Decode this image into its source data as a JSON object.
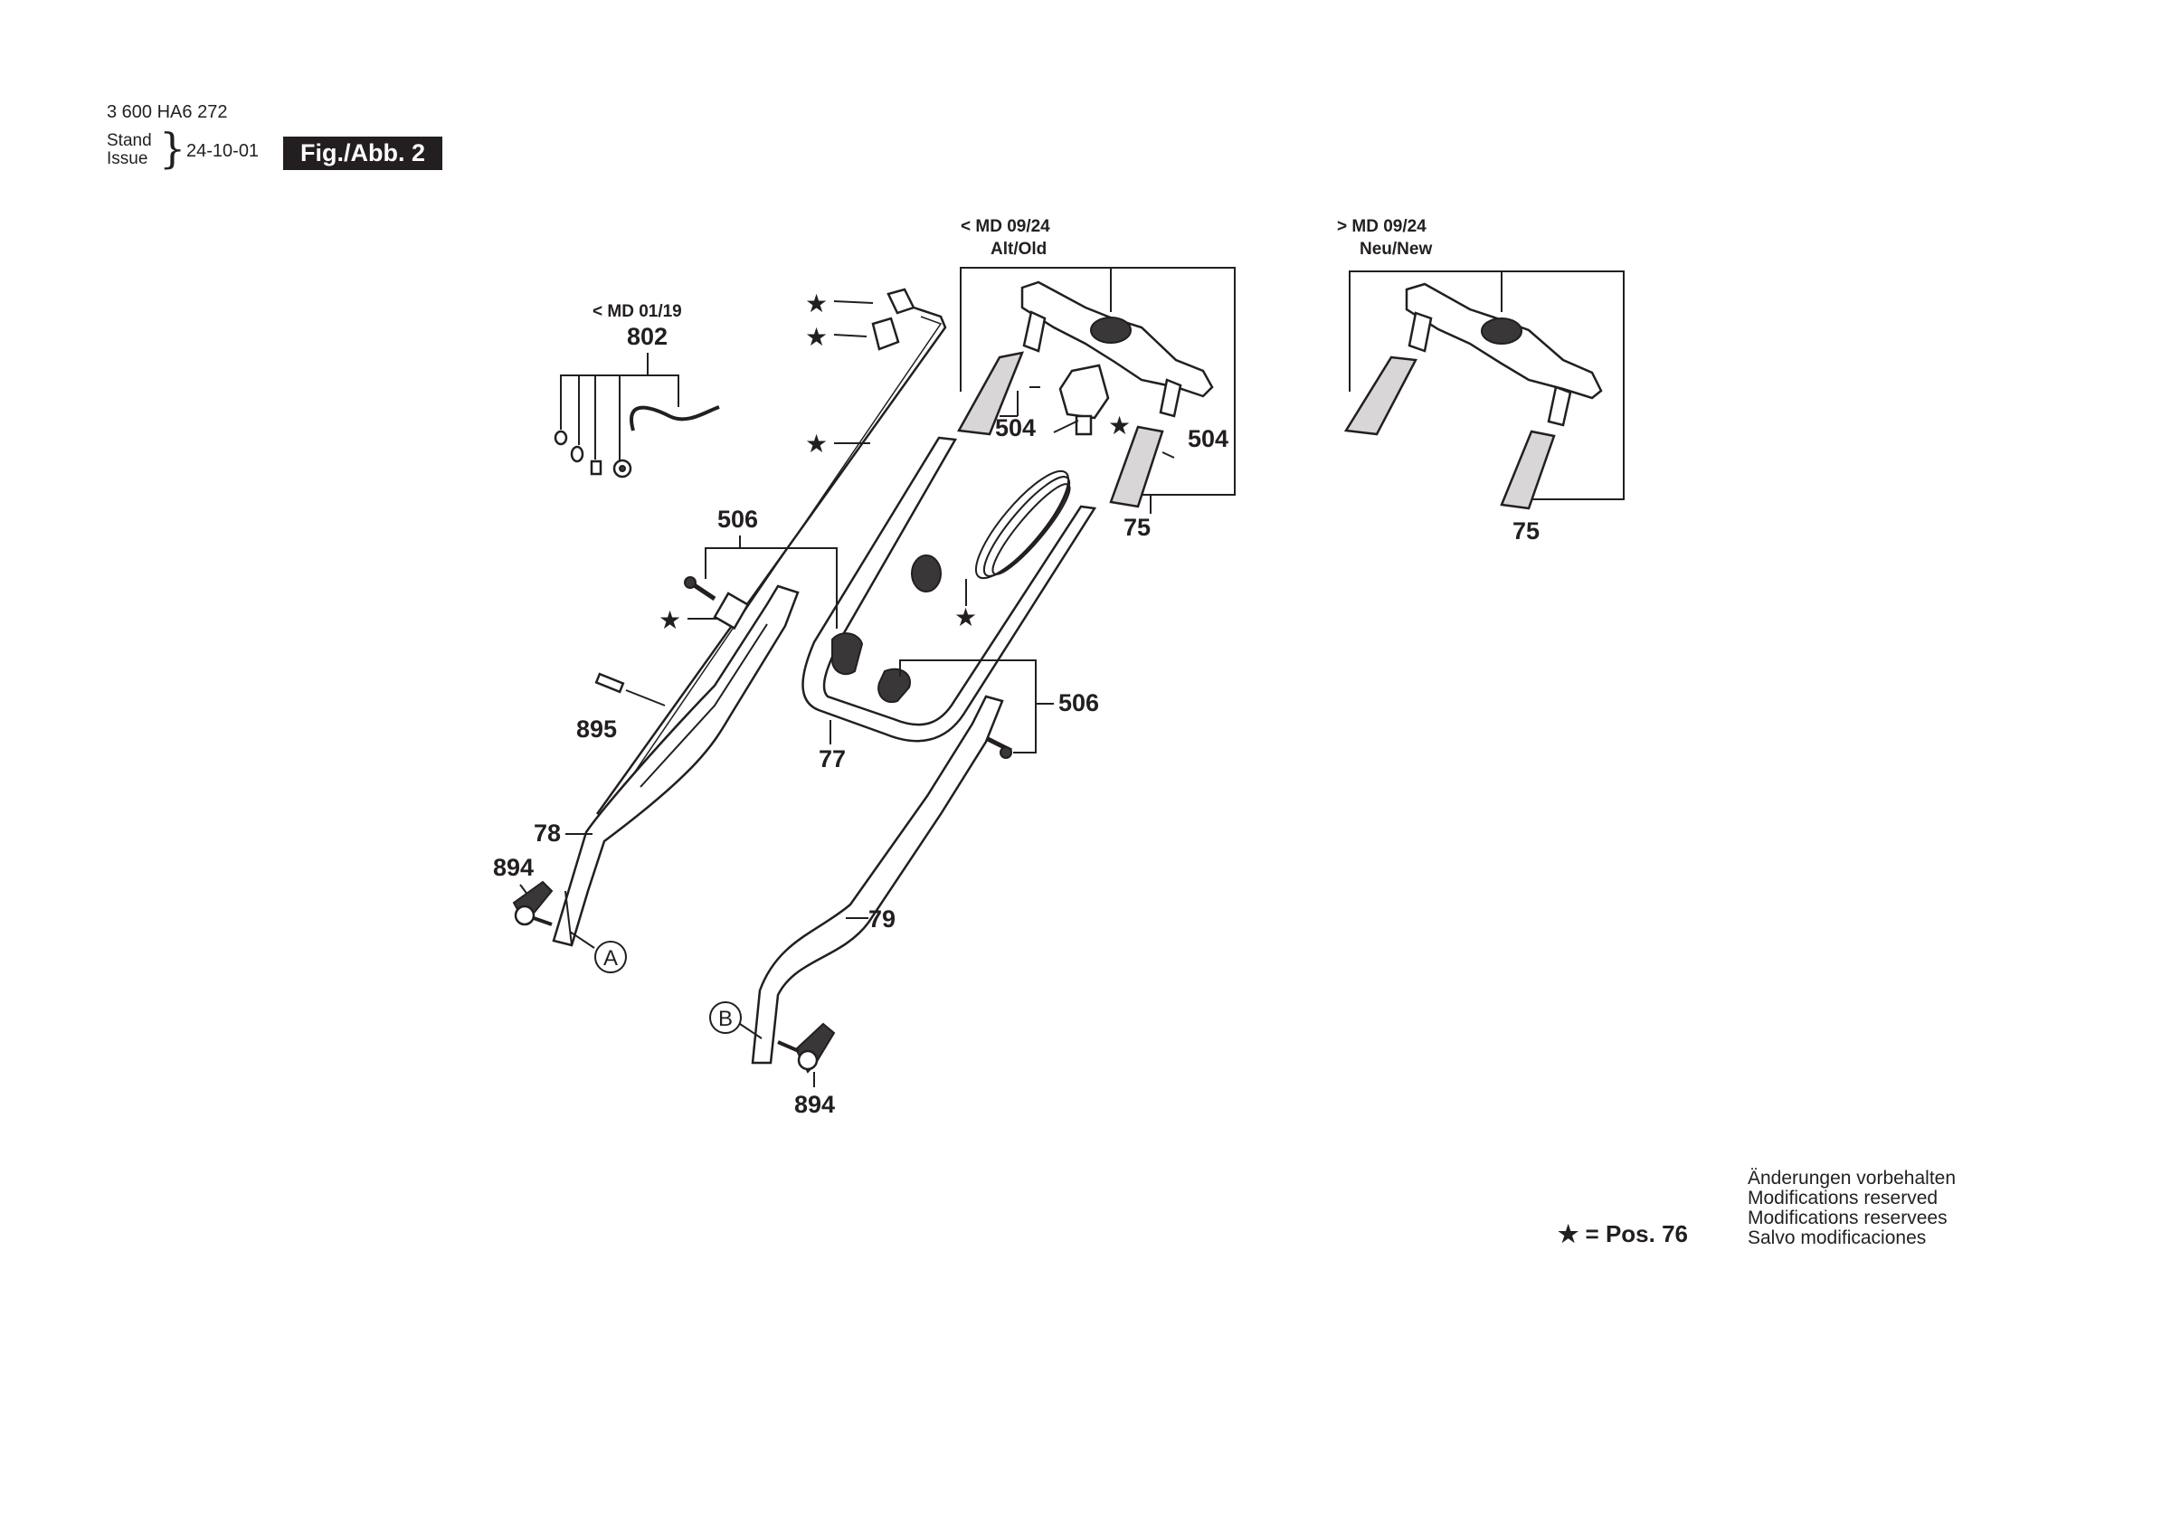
{
  "header": {
    "document_number": "3 600 HA6 272",
    "stand_label": "Stand",
    "issue_label": "Issue",
    "date": "24-10-01",
    "figure_label": "Fig./Abb. 2"
  },
  "variants": {
    "md0119": "< MD 01/19",
    "old_version": "< MD 09/24",
    "old_label": "Alt/Old",
    "new_version": "> MD 09/24",
    "new_label": "Neu/New"
  },
  "parts": {
    "p802": "802",
    "p504a": "504",
    "p504b": "504",
    "p75a": "75",
    "p75b": "75",
    "p506a": "506",
    "p506b": "506",
    "p895": "895",
    "p77": "77",
    "p78": "78",
    "p79": "79",
    "p894a": "894",
    "p894b": "894"
  },
  "markers": {
    "star": "★",
    "circle_a": "A",
    "circle_b": "B"
  },
  "footer": {
    "star_note": "★ = Pos. 76",
    "notices": [
      "Änderungen vorbehalten",
      "Modifications reserved",
      "Modifications reservees",
      "Salvo modificaciones"
    ]
  },
  "colors": {
    "ink": "#231f20",
    "badge_background": "#231f20",
    "badge_text": "#ffffff"
  }
}
